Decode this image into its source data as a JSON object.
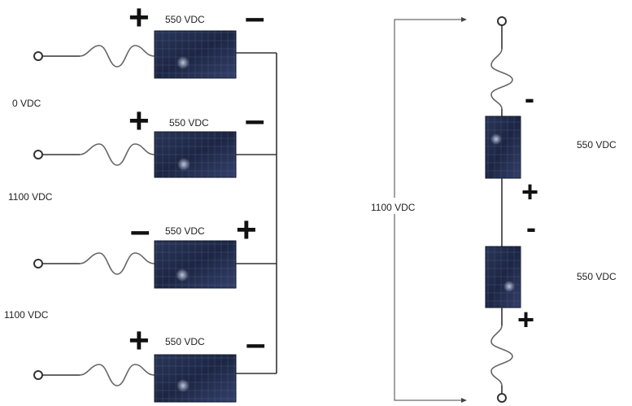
{
  "left": {
    "strings": [
      {
        "module_label": "550 VDC",
        "left_sign": "+",
        "right_sign": "–"
      },
      {
        "module_label": "550 VDC",
        "left_sign": "+",
        "right_sign": "–"
      },
      {
        "module_label": "550 VDC",
        "left_sign": "–",
        "right_sign": "+"
      },
      {
        "module_label": "550 VDC",
        "left_sign": "+",
        "right_sign": "–"
      }
    ],
    "gap_labels": [
      "0 VDC",
      "1100 VDC",
      "1100 VDC"
    ]
  },
  "right": {
    "total_label": "1100 VDC",
    "module_labels": [
      "550 VDC",
      "550 VDC"
    ],
    "signs": [
      "-",
      "+",
      "-",
      "+"
    ]
  },
  "colors": {
    "panel_dark": "#1b2540",
    "panel_light": "#3d4a6e",
    "wire": "#333333"
  }
}
